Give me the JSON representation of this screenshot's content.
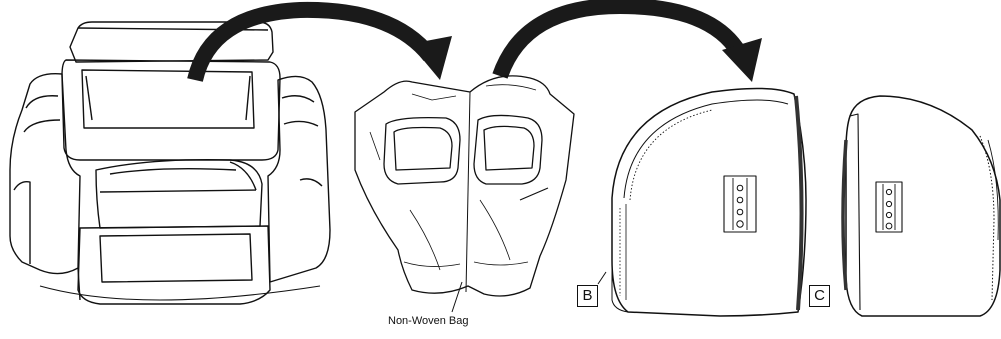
{
  "labels": {
    "bag_caption": "Non-Woven Bag",
    "part_b": "B",
    "part_c": "C"
  },
  "colors": {
    "line": "#111111",
    "arrow": "#1a1a1a",
    "background": "#ffffff"
  }
}
